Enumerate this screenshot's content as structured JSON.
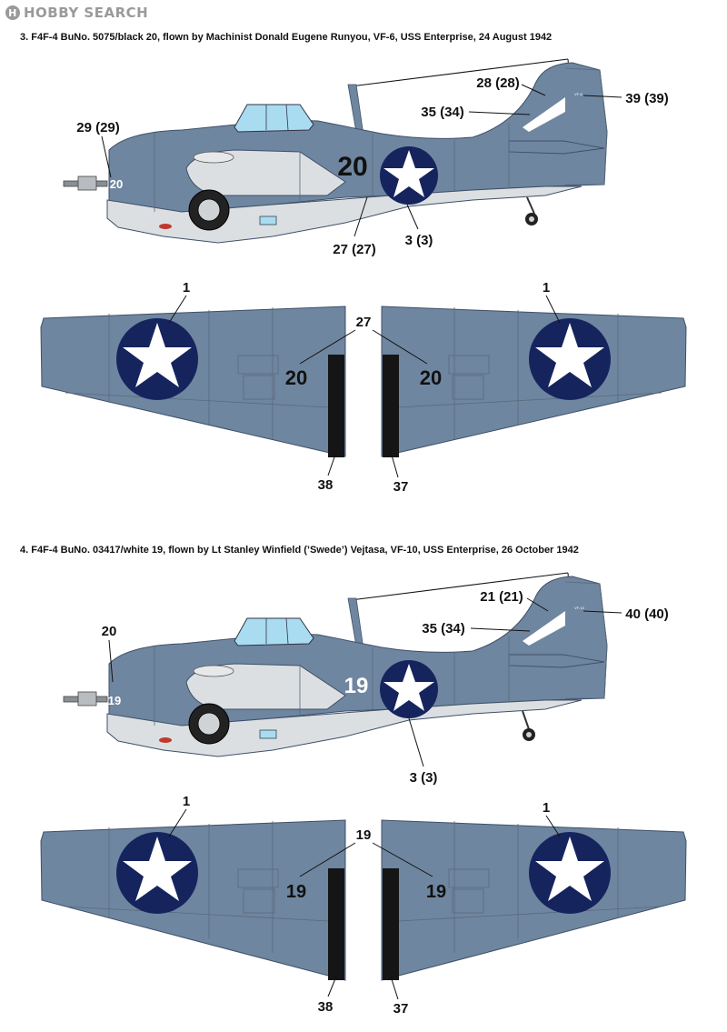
{
  "watermark": {
    "badge": "H",
    "text": "HOBBY SEARCH"
  },
  "colors": {
    "blue_gray": "#6f86a0",
    "light_gray": "#dcdfe2",
    "insignia_blue": "#16245e",
    "black": "#111111",
    "canopy": "#a9dcf0",
    "stripe": "#151515"
  },
  "schemes": [
    {
      "caption": "3. F4F-4 BuNo. 5075/black 20, flown by Machinist Donald Eugene Runyou, VF-6, USS Enterprise, 24 August 1942",
      "side_number": "20",
      "side_number_color": "#111111",
      "nose_number": "20",
      "callouts": {
        "nose": "29 (29)",
        "fin_top": "28 (28)",
        "rudder": "39 (39)",
        "fin_mid": "35 (34)",
        "side": "27 (27)",
        "insignia": "3 (3)",
        "wing_insignia_left": "1",
        "wing_insignia_right": "1",
        "wing_number": "27",
        "stripe_left": "38",
        "stripe_right": "37"
      },
      "wing_number": "20",
      "fin_tag": "VF-6"
    },
    {
      "caption": "4. F4F-4 BuNo. 03417/white 19, flown by Lt Stanley Winfield (’Swede’) Vejtasa, VF-10, USS Enterprise, 26 October 1942",
      "side_number": "19",
      "side_number_color": "#ffffff",
      "nose_number": "19",
      "callouts": {
        "nose": "20",
        "fin_top": "21 (21)",
        "rudder": "40 (40)",
        "fin_mid": "35 (34)",
        "insignia": "3 (3)",
        "wing_insignia_left": "1",
        "wing_insignia_right": "1",
        "wing_number": "19",
        "stripe_left": "38",
        "stripe_right": "37"
      },
      "wing_number": "19",
      "fin_tag": "VF-10"
    }
  ]
}
